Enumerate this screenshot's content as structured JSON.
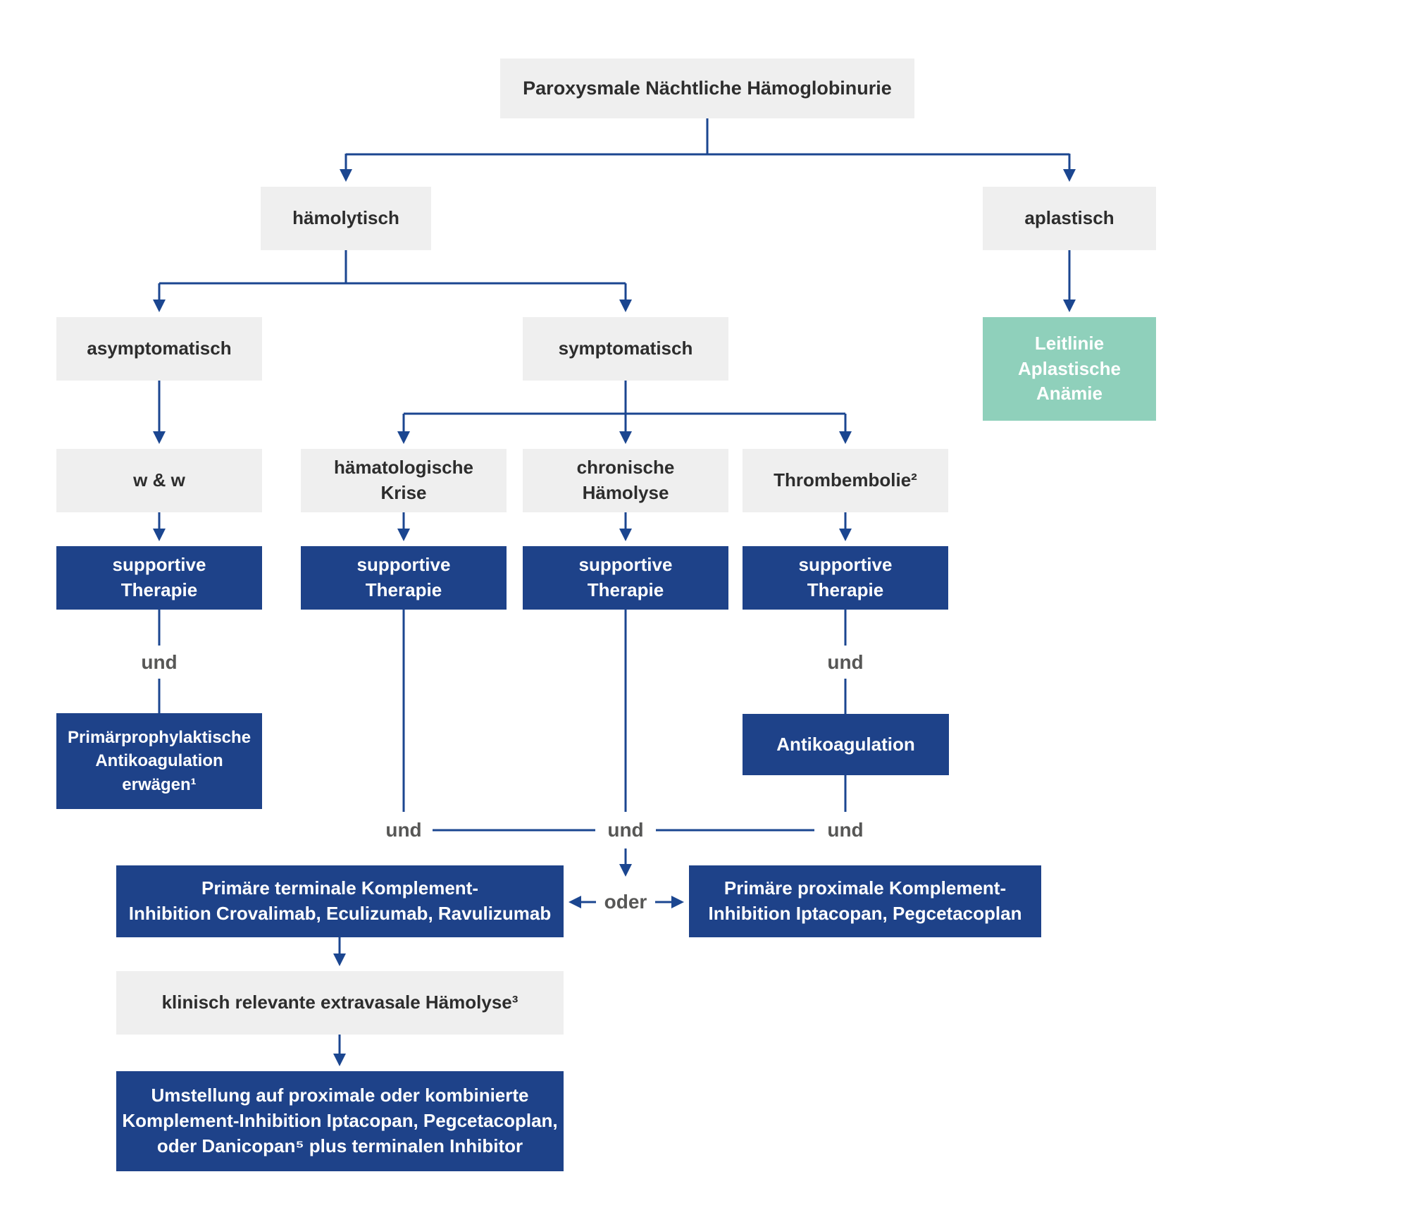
{
  "colors": {
    "box_gray": "#efefef",
    "box_blue": "#1e4289",
    "box_green": "#8fd0bb",
    "line_blue": "#1b4690",
    "text_dark": "#2d2d2d",
    "label_gray": "#575756"
  },
  "nodes": {
    "title": "Paroxysmale Nächtliche Hämoglobinurie",
    "haemolytisch": "hämolytisch",
    "aplastisch": "aplastisch",
    "asymptomatisch": "asymptomatisch",
    "symptomatisch": "symptomatisch",
    "leitlinie_aplastische_anaemie": "Leitlinie\nAplastische\nAnämie",
    "watch_and_wait": "w & w",
    "haematologische_krise": "hämatologische\nKrise",
    "chronische_haemolyse": "chronische\nHämolyse",
    "thrombembolie": "Thrombembolie²",
    "supportive_therapie_1": "supportive\nTherapie",
    "supportive_therapie_2": "supportive\nTherapie",
    "supportive_therapie_3": "supportive\nTherapie",
    "supportive_therapie_4": "supportive\nTherapie",
    "primaerprophylaktische_antikoagulation": "Primärprophylaktische\nAntikoagulation\nerwägen¹",
    "antikoagulation": "Antikoagulation",
    "terminale_inhibition": "Primäre terminale Komplement-\nInhibition Crovalimab, Eculizumab, Ravulizumab",
    "proximale_inhibition": "Primäre proximale Komplement-\nInhibition Iptacopan, Pegcetacoplan",
    "extravasale_haemolyse": "klinisch relevante extravasale Hämolyse³",
    "umstellung": "Umstellung auf proximale oder kombinierte\nKomplement-Inhibition Iptacopan, Pegcetacoplan,\noder Danicopan⁵ plus terminalen Inhibitor"
  },
  "connector_labels": {
    "und": "und",
    "oder": "oder"
  }
}
